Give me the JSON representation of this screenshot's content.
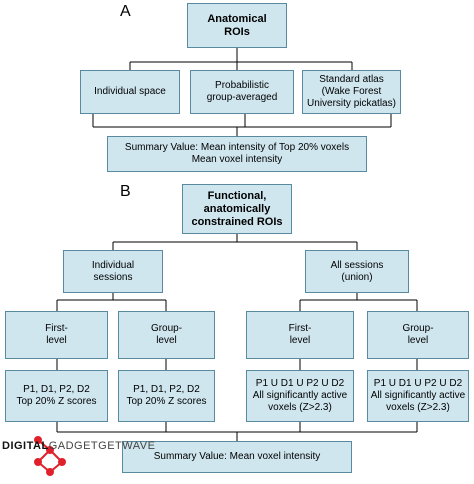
{
  "panel_a": {
    "label": "A",
    "root": "Anatomical\nROIs",
    "children": [
      "Individual space",
      "Probabilistic\ngroup-averaged",
      "Standard atlas\n(Wake Forest\nUniversity pickatlas)"
    ],
    "summary": "Summary Value: Mean intensity of Top 20% voxels\nMean voxel intensity"
  },
  "panel_b": {
    "label": "B",
    "root": "Functional,\nanatomically\nconstrained ROIs",
    "mid": [
      "Individual\nsessions",
      "All sessions\n(union)"
    ],
    "levels": [
      "First-\nlevel",
      "Group-\nlevel",
      "First-\nlevel",
      "Group-\nlevel"
    ],
    "leaves": [
      "P1, D1, P2, D2\nTop 20% Z scores",
      "P1, D1, P2, D2\nTop 20% Z scores",
      "P1 U D1 U P2 U D2\nAll significantly active\nvoxels (Z>2.3)",
      "P1 U D1 U P2 U D2\nAll significantly active\nvoxels (Z>2.3)"
    ],
    "summary": "Summary Value: Mean voxel intensity"
  },
  "watermark": {
    "part1": "DIGITAL",
    "part2": "GADGETGETWAVE"
  },
  "colors": {
    "box_fill": "#cfe6ef",
    "box_border": "#5a8aa0",
    "logo_red": "#e0202a"
  }
}
